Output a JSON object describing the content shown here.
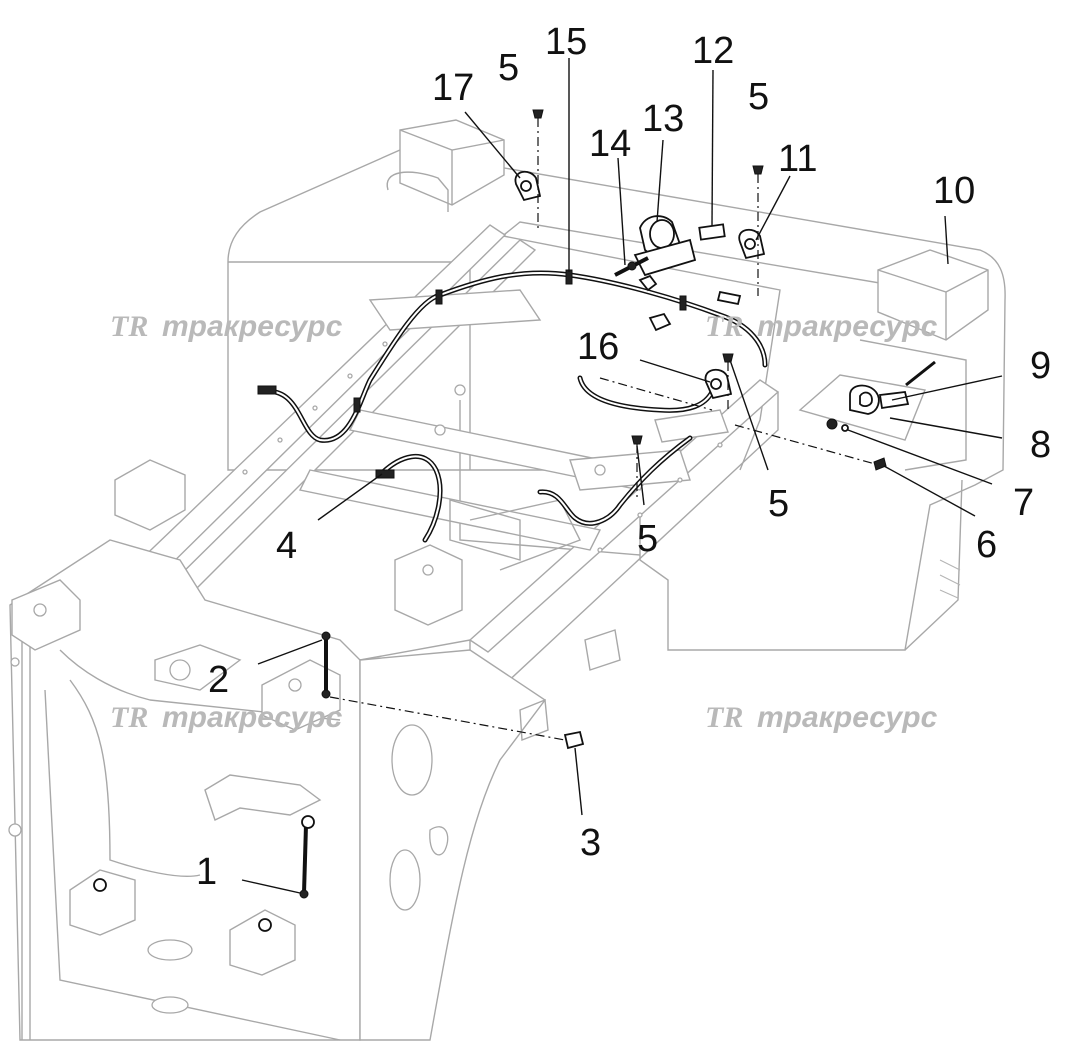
{
  "callouts": [
    {
      "id": "c1",
      "text": "1"
    },
    {
      "id": "c2",
      "text": "2"
    },
    {
      "id": "c3",
      "text": "3"
    },
    {
      "id": "c4",
      "text": "4"
    },
    {
      "id": "c5a",
      "text": "5"
    },
    {
      "id": "c5b",
      "text": "5"
    },
    {
      "id": "c5c",
      "text": "5"
    },
    {
      "id": "c5d",
      "text": "5"
    },
    {
      "id": "c6",
      "text": "6"
    },
    {
      "id": "c7",
      "text": "7"
    },
    {
      "id": "c8",
      "text": "8"
    },
    {
      "id": "c9",
      "text": "9"
    },
    {
      "id": "c10",
      "text": "10"
    },
    {
      "id": "c11",
      "text": "11"
    },
    {
      "id": "c12",
      "text": "12"
    },
    {
      "id": "c13",
      "text": "13"
    },
    {
      "id": "c14",
      "text": "14"
    },
    {
      "id": "c15",
      "text": "15"
    },
    {
      "id": "c16",
      "text": "16"
    },
    {
      "id": "c17",
      "text": "17"
    }
  ],
  "watermark": {
    "logo": "TR",
    "text": "тракресурс"
  },
  "colors": {
    "ink": "#111111",
    "frame_outline": "#a8a8a8",
    "watermark": "#b9b9b9",
    "background": "#ffffff"
  }
}
